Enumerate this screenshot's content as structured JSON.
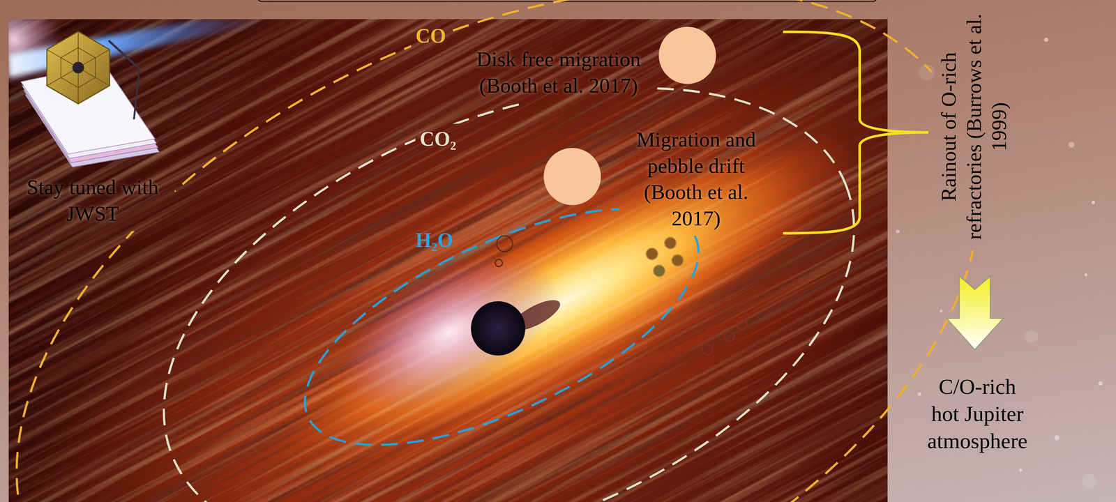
{
  "diagram": {
    "labels": [
      "CO",
      "Disk free migration (Booth et al. 2017)",
      "CO₂",
      "Migration and pebble drift (Booth et al. 2017)",
      "Stay tuned with JWST",
      "H₂O",
      "Rainout of O-rich refractories (Burrows et al. 1999)",
      "C/O-rich hot Jupiter atmosphere"
    ]
  }
}
